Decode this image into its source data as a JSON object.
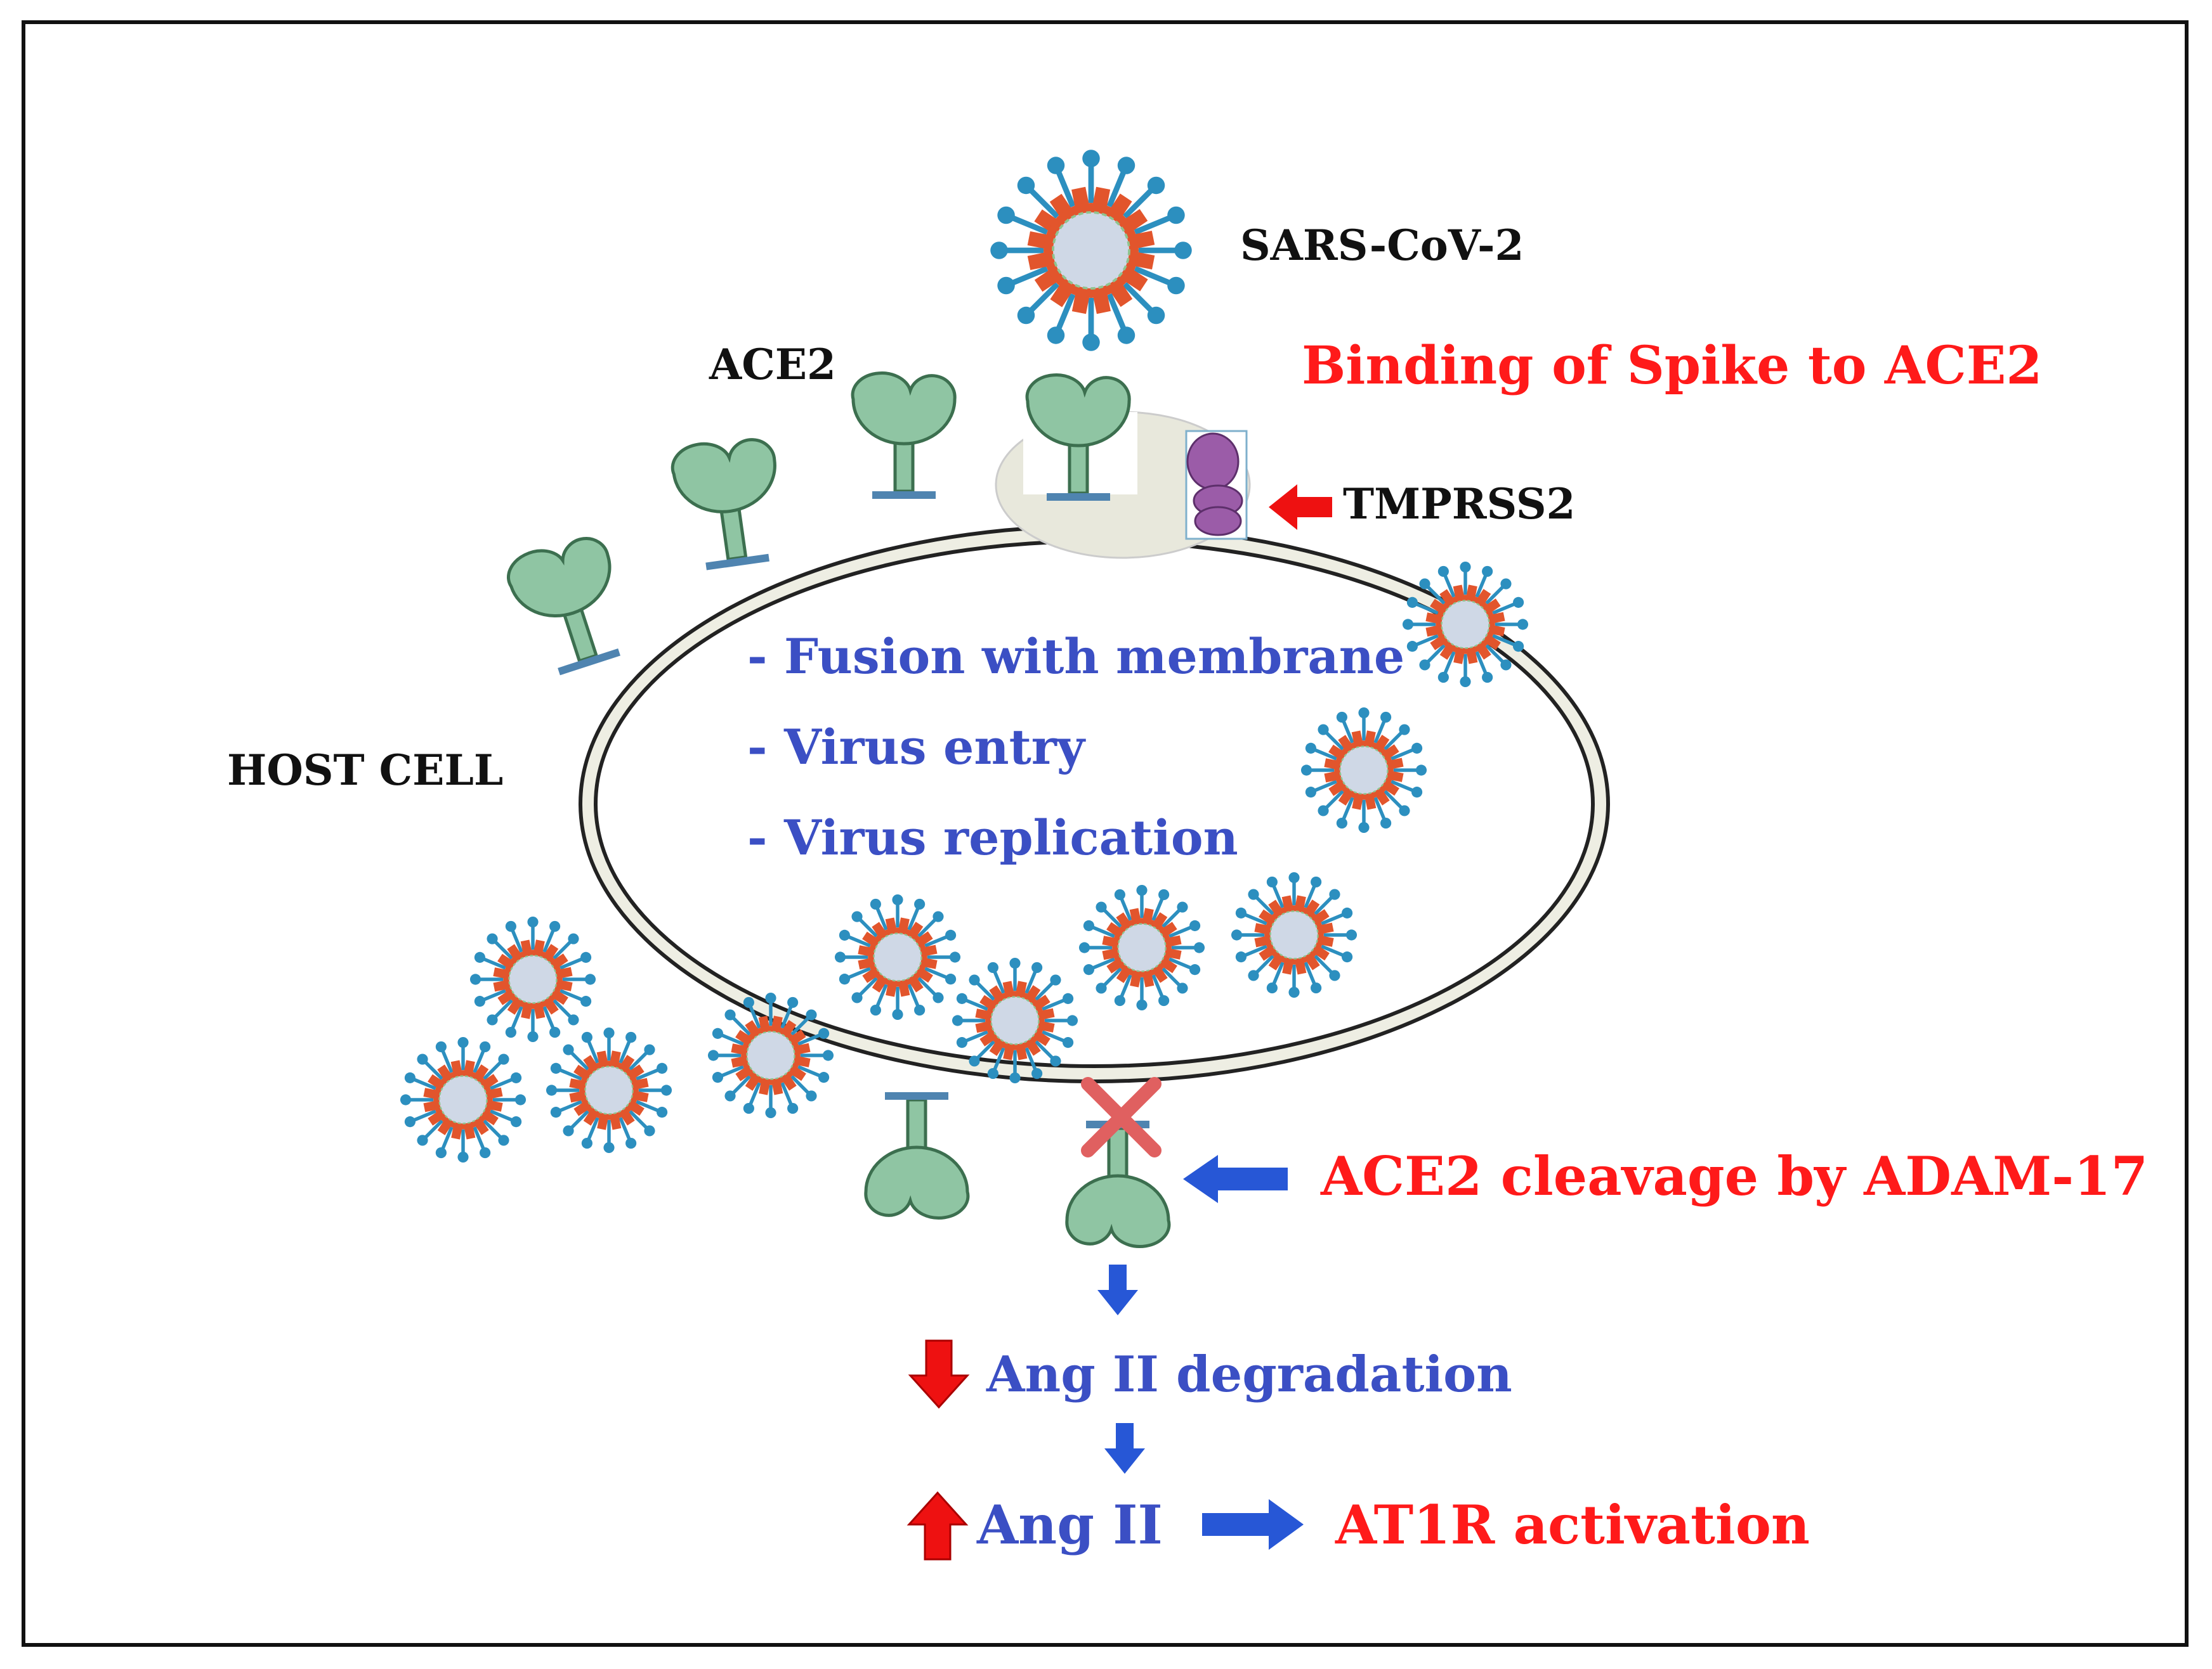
{
  "labels": {
    "virus": "SARS-CoV-2",
    "binding": "Binding of Spike to ACE2",
    "ace2": "ACE2",
    "tmprss2": "TMPRSS2",
    "host_cell": "HOST CELL",
    "steps": [
      "- Fusion with membrane",
      "- Virus entry",
      "- Virus replication"
    ],
    "cleavage": "ACE2 cleavage by ADAM-17",
    "angii_degradation": "Ang II degradation",
    "angii": "Ang II",
    "at1r": "AT1R activation"
  },
  "colors": {
    "red_text": "#ff1a1a",
    "blue_text": "#3b4fc4",
    "black_text": "#111111",
    "ace2_green": "#8fc5a3",
    "ace2_dark": "#3c6f4f",
    "membrane_fill": "#eeeee3",
    "virus_red": "#e2552c",
    "virus_blue": "#2c8fbf",
    "virus_core": "#cfd8e6",
    "tmprss2_purple": "#9b5ca8",
    "arrow_blue": "#2757d6",
    "arrow_red": "#ee1111"
  },
  "icons": {
    "virus": "virus-particle-icon",
    "receptor": "ace2-receptor-icon",
    "protease": "tmprss2-protease-icon",
    "inhibit": "cleavage-x-icon"
  }
}
